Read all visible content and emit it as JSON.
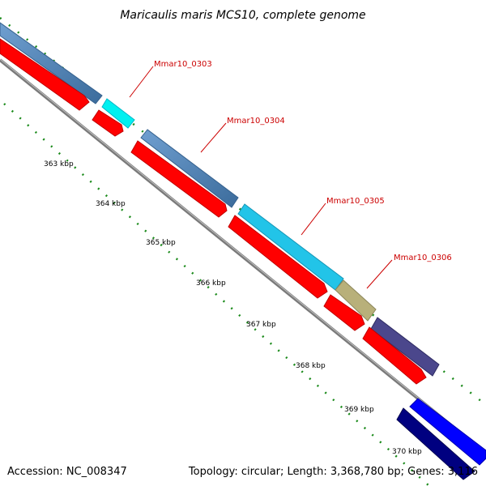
{
  "title": "Maricaulis maris MCS10, complete genome",
  "footer": {
    "accession": "Accession: NC_008347",
    "topology": "Topology: circular; Length: 3,368,780 bp; Genes: 3,116"
  },
  "ticks": [
    "363 kbp",
    "364 kbp",
    "365 kbp",
    "366 kbp",
    "367 kbp",
    "368 kbp",
    "369 kbp",
    "370 kbp"
  ],
  "genes": [
    {
      "label": "Mmar10_0303"
    },
    {
      "label": "Mmar10_0304"
    },
    {
      "label": "Mmar10_0305"
    },
    {
      "label": "Mmar10_0306"
    }
  ],
  "colors": {
    "cds_forward": "#4a7fb5",
    "cds_red": "#ff0000",
    "gene_cyan_bright": "#00f0f0",
    "gene_cyan": "#22c4e8",
    "gene_olive": "#b8b07a",
    "gene_purple": "#4b478c",
    "gene_blue": "#0000ff",
    "gene_navy": "#000080",
    "backbone": "#888888",
    "tick_green": "#1a8a1a",
    "label_red": "#cc0000"
  }
}
